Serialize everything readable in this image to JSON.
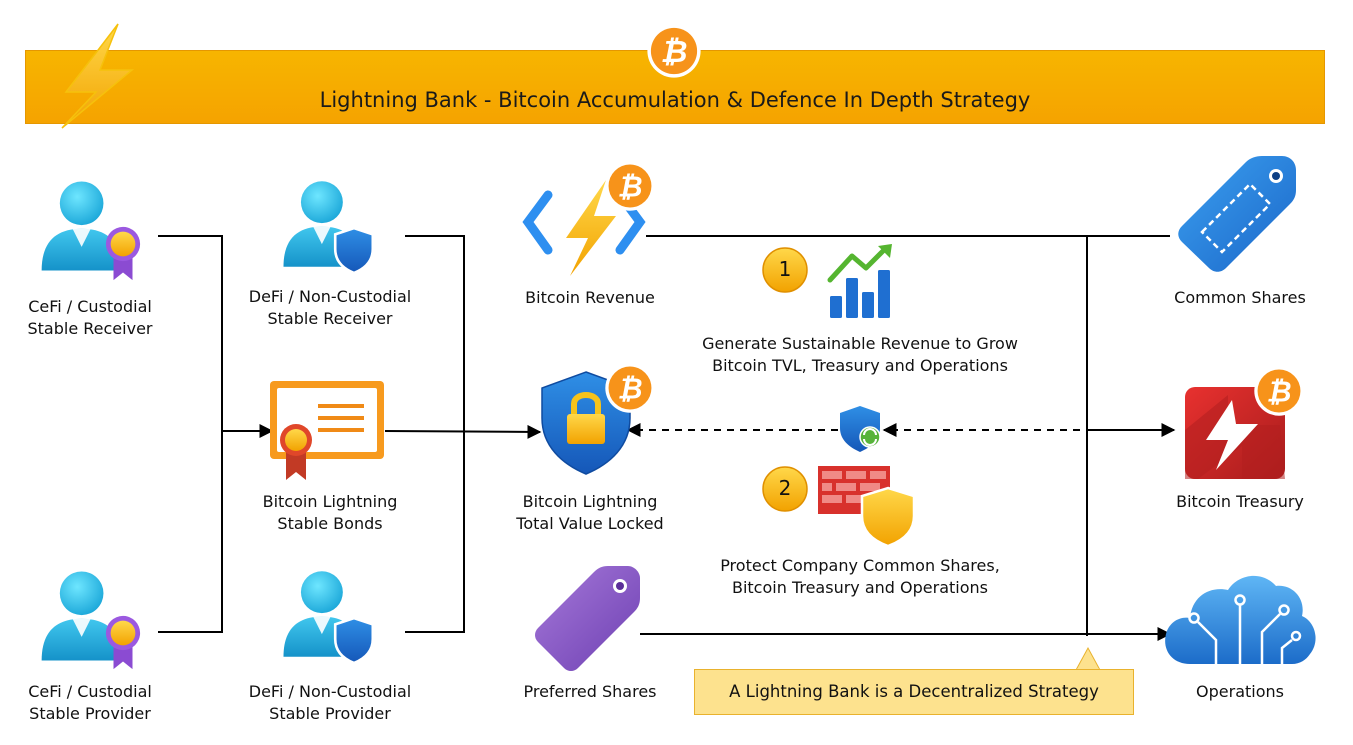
{
  "header": {
    "title": "Lightning Bank - Bitcoin Accumulation & Defence In Depth Strategy"
  },
  "nodes": {
    "cefi_receiver": [
      "CeFi / Custodial",
      "Stable Receiver"
    ],
    "cefi_provider": [
      "CeFi / Custodial",
      "Stable Provider"
    ],
    "defi_receiver": [
      "DeFi / Non-Custodial",
      "Stable Receiver"
    ],
    "defi_provider": [
      "DeFi / Non-Custodial",
      "Stable Provider"
    ],
    "stable_bonds": [
      "Bitcoin Lightning",
      "Stable Bonds"
    ],
    "bitcoin_revenue": [
      "Bitcoin Revenue"
    ],
    "tvl": [
      "Bitcoin Lightning",
      "Total Value Locked"
    ],
    "preferred_shares": [
      "Preferred Shares"
    ],
    "common_shares": [
      "Common Shares"
    ],
    "bitcoin_treasury": [
      "Bitcoin Treasury"
    ],
    "operations": [
      "Operations"
    ]
  },
  "steps": [
    {
      "number": "1",
      "text": [
        "Generate Sustainable Revenue to Grow",
        "Bitcoin TVL, Treasury and Operations"
      ]
    },
    {
      "number": "2",
      "text": [
        "Protect Company Common Shares,",
        "Bitcoin Treasury and Operations"
      ]
    }
  ],
  "callout": "A Lightning Bank is a Decentralized Strategy",
  "icons": {
    "bitcoin_symbol": "₿",
    "bitcoin_color": "#f7931a"
  }
}
